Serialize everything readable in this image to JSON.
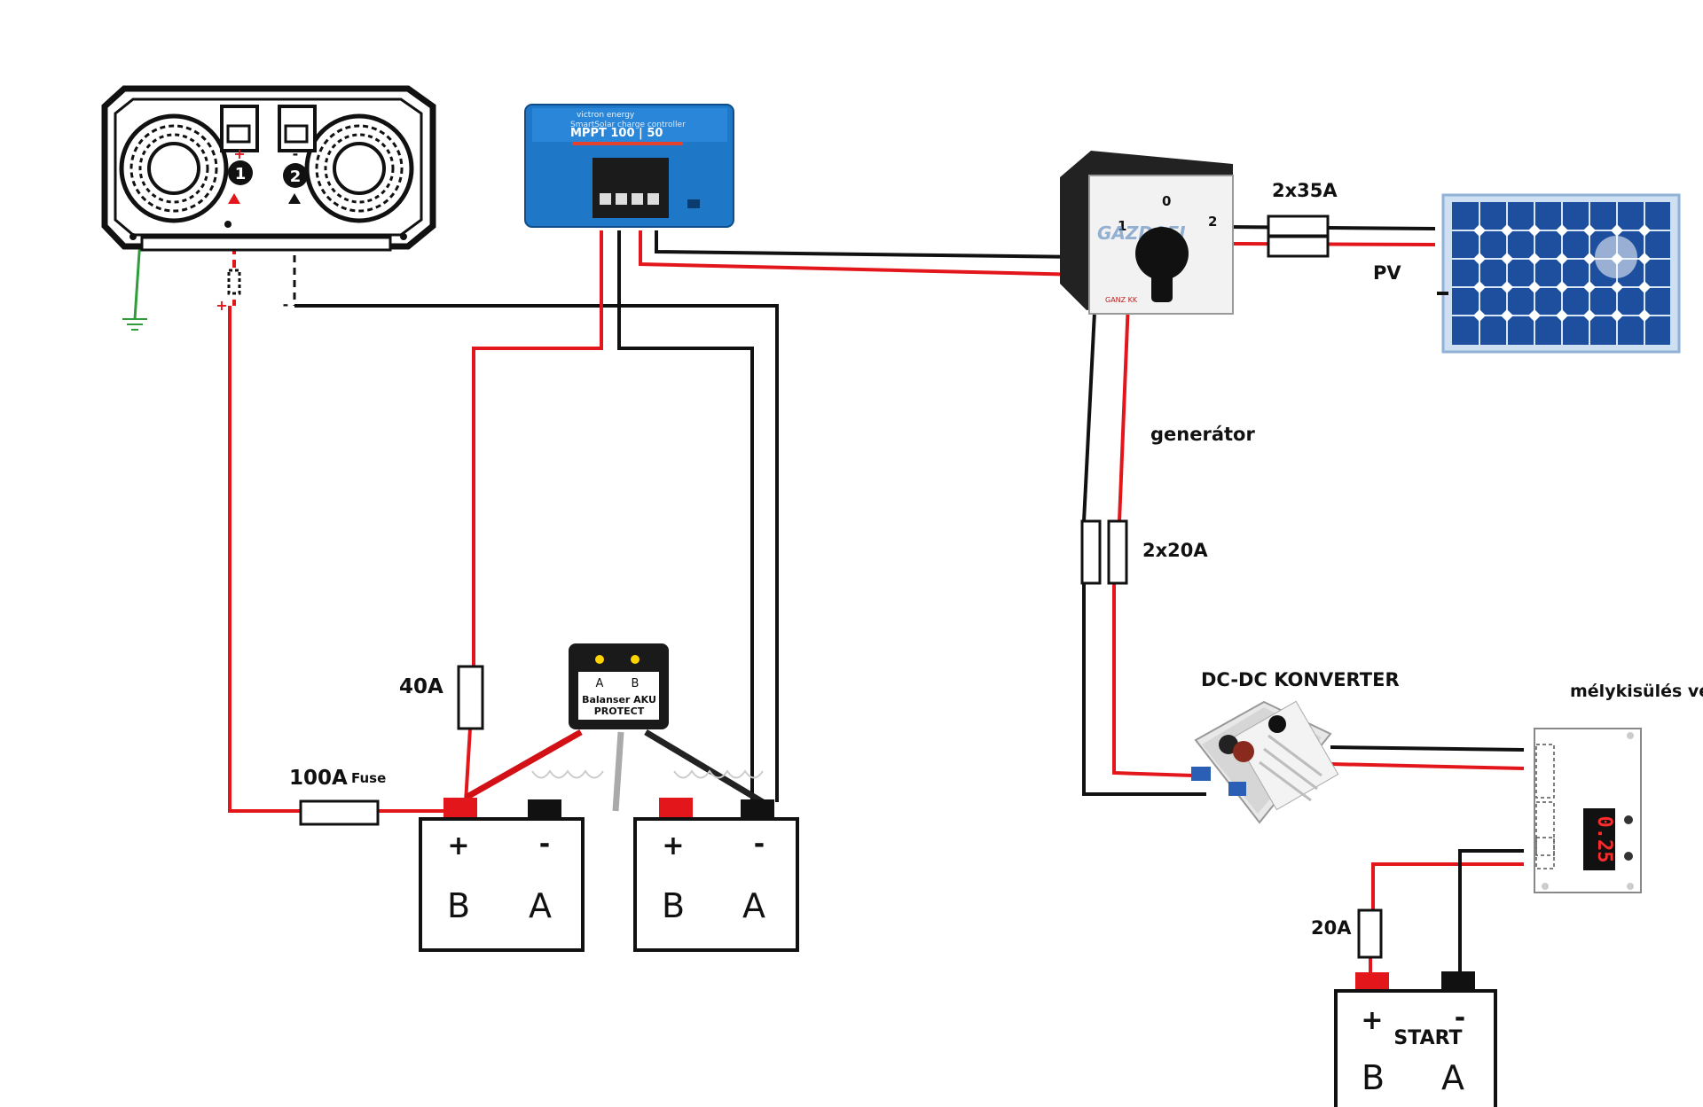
{
  "labels": {
    "fuse_100a": "100A",
    "fuse_word": "Fuse",
    "fuse_40a": "40A",
    "fuse_2x35a": "2x35A",
    "pv": "PV",
    "generator": "generátor",
    "fuse_2x20a": "2x20A",
    "dcdc": "DC-DC KONVERTER",
    "deep_discharge": "mélykisülés vé",
    "fuse_20a": "20A"
  },
  "inverter": {
    "terminal_1": "1",
    "terminal_2": "2",
    "plus_top": "+",
    "minus_top": "-",
    "plus_side": "+",
    "minus_side": "-"
  },
  "mppt": {
    "brand": "victron energy",
    "subtitle": "SmartSolar charge controller",
    "model": "MPPT 100 | 50"
  },
  "switch": {
    "pos_1": "1",
    "pos_0": "0",
    "pos_2": "2",
    "brand": "GANZ KK",
    "watermark": "GAZDAFI"
  },
  "balancer": {
    "a": "A",
    "b": "B",
    "line1": "Balanser AKU",
    "line2": "PROTECT"
  },
  "battery1": {
    "plus": "+",
    "minus": "-",
    "left": "B",
    "right": "A"
  },
  "battery2": {
    "plus": "+",
    "minus": "-",
    "left": "B",
    "right": "A"
  },
  "battery3": {
    "plus": "+",
    "minus": "-",
    "name": "START",
    "left": "B",
    "right": "A"
  },
  "protector": {
    "display": "0.25"
  },
  "colors": {
    "wire_positive": "#e3161b",
    "wire_negative": "#111111",
    "wire_ground": "#2f9e3a",
    "mppt_blue": "#1f77c8",
    "panel_blue": "#1d4f9e"
  }
}
